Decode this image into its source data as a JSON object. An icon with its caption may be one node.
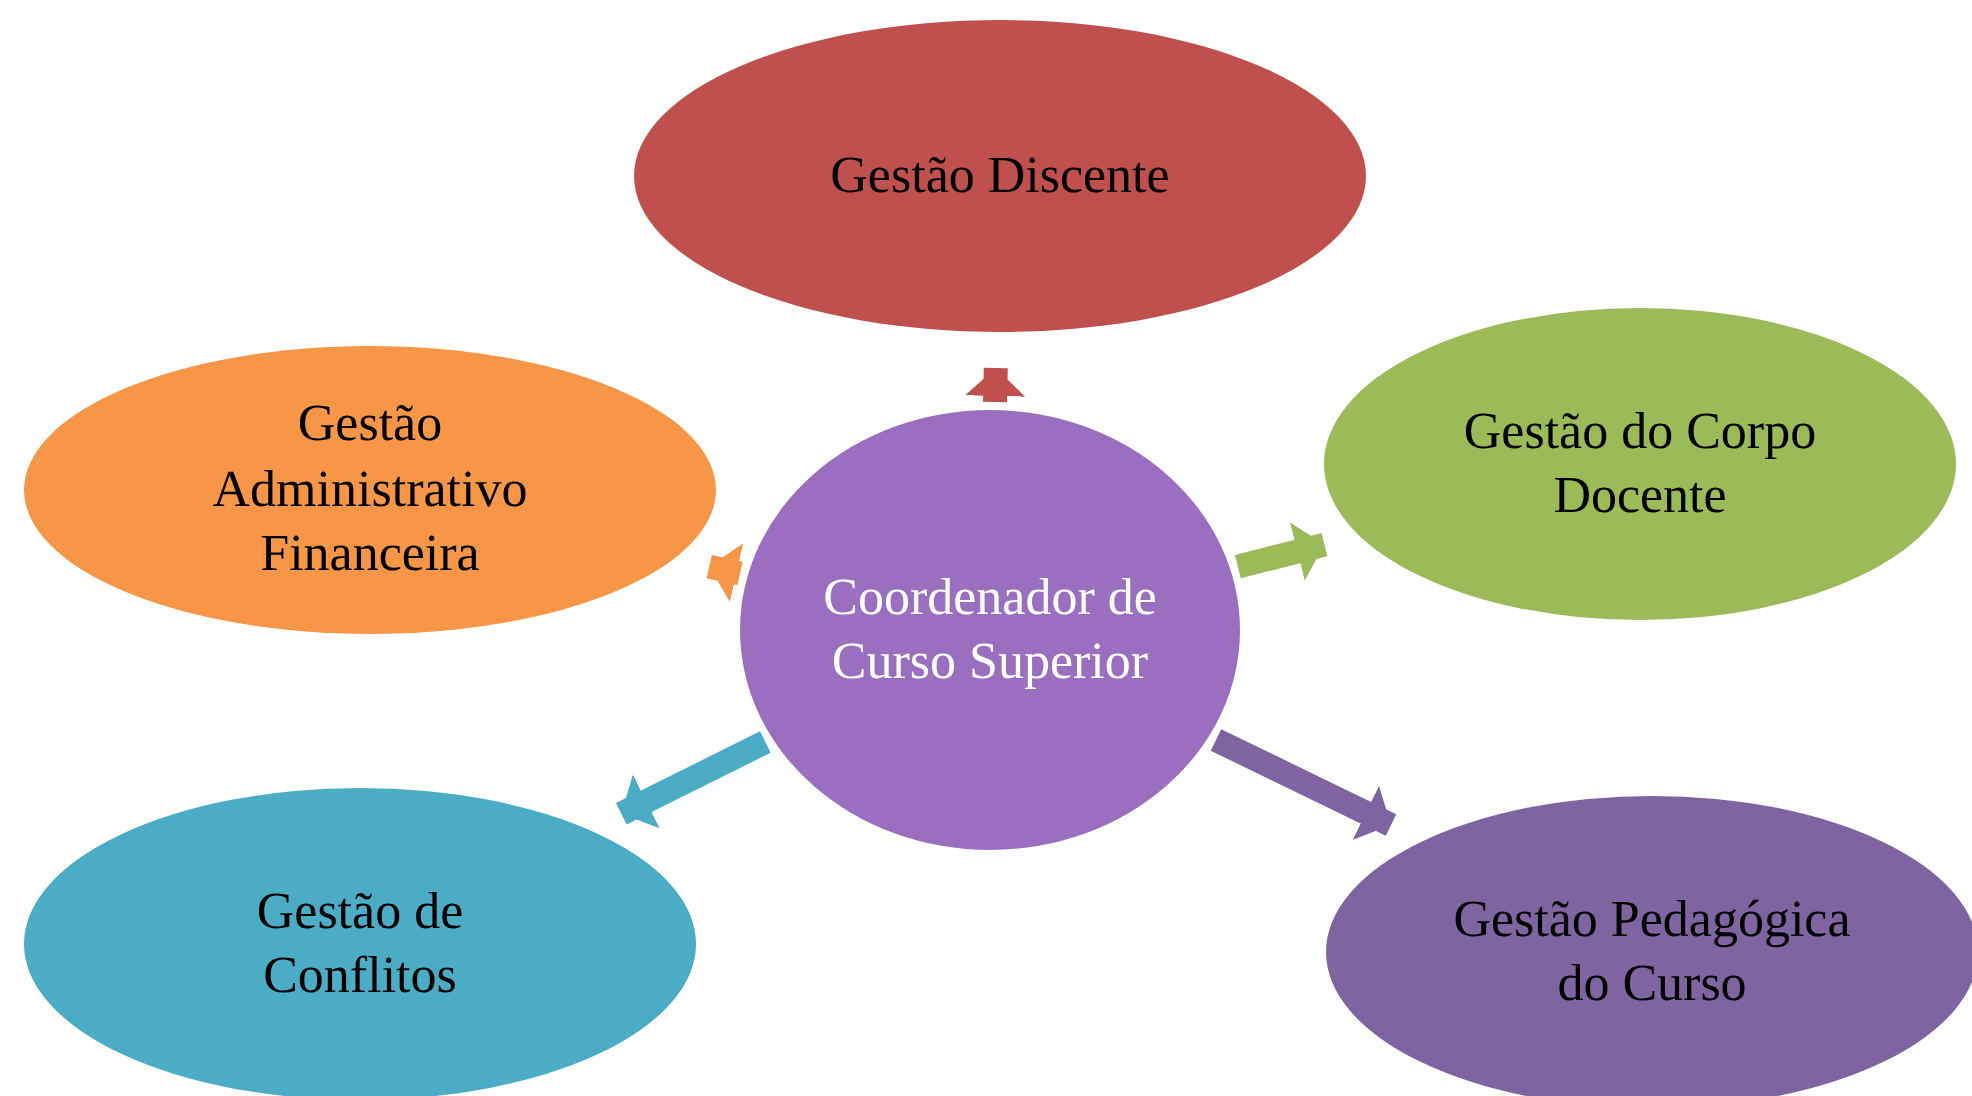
{
  "diagram": {
    "nodes": [
      {
        "text": [
          "Gestão Discente"
        ]
      },
      {
        "text": [
          "Gestão Administrativo Financeira"
        ]
      },
      {
        "text": [
          "Coordenador de Curso Superior"
        ]
      },
      {
        "text": [
          "Gestão do Corpo Docente"
        ]
      },
      {
        "text": [
          "Gestão de Conflitos"
        ]
      },
      {
        "text": [
          "Gestão Pedagógica do Curso"
        ]
      }
    ],
    "edges": [
      {
        "from": 2,
        "to": 0,
        "arrow": "to",
        "color": "#c0504d"
      },
      {
        "from": 2,
        "to": 1,
        "arrow": "to",
        "color": "#f79646"
      },
      {
        "from": 2,
        "to": 3,
        "arrow": "to",
        "color": "#9bbb59"
      },
      {
        "from": 2,
        "to": 4,
        "arrow": "to",
        "color": "#4bacc6"
      },
      {
        "from": 2,
        "to": 5,
        "arrow": "to",
        "color": "#8064a2"
      }
    ]
  }
}
